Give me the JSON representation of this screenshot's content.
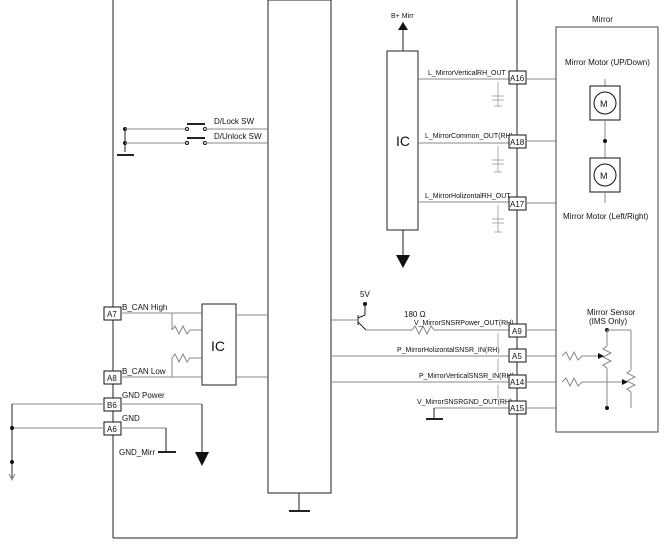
{
  "labels": {
    "bplus_mirr": "B+ Mirr",
    "mirror": "Mirror",
    "motor_updown": "Mirror Motor (UP/Down)",
    "motor_leftright": "Mirror Motor (Left/Right)",
    "mirror_sensor_line1": "Mirror Sensor",
    "mirror_sensor_line2": "(IMS Only)",
    "ic_upper": "IC",
    "ic_lower": "IC",
    "motor_m1": "M",
    "motor_m2": "M",
    "dlock_sw": "D/Lock SW",
    "dunlock_sw": "D/Unlock SW",
    "five_v": "5V",
    "resistor_180": "180 Ω",
    "bcan_high": "B_CAN High",
    "bcan_low": "B_CAN Low",
    "gnd_power": "GND Power",
    "gnd": "GND",
    "gnd_mirr": "GND_Mirr"
  },
  "signals": [
    {
      "name": "L_MirrorVerticalRH_OUT",
      "pin": "A16"
    },
    {
      "name": "L_MirrorCommon_OUT(RH)",
      "pin": "A18"
    },
    {
      "name": "L_MirrorHolizontalRH_OUT",
      "pin": "A17"
    },
    {
      "name": "V_MirrorSNSRPower_OUT(RH)",
      "pin": "A9"
    },
    {
      "name": "P_MirrorHolizontalSNSR_IN(RH)",
      "pin": "A5"
    },
    {
      "name": "P_MirrorVerticalSNSR_IN(RH)",
      "pin": "A14"
    },
    {
      "name": "V_MirrorSNSRGND_OUT(RH)",
      "pin": "A15"
    }
  ],
  "left_pins": [
    "A7",
    "A8",
    "B6",
    "A6"
  ]
}
